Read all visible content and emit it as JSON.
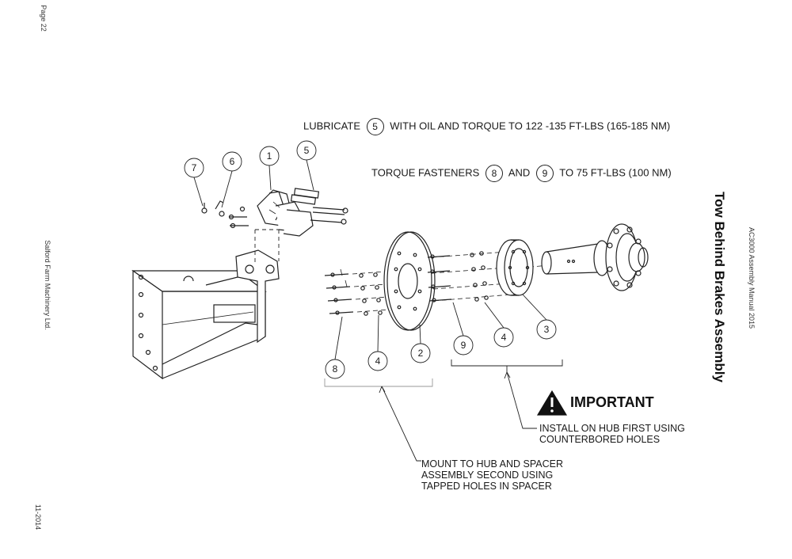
{
  "margin": {
    "page": "Page 22",
    "company": "Salford Farm Machinery Ltd.",
    "date": "11-2014"
  },
  "header": {
    "manual": "AC3000 Assembly Manual 2015",
    "title": "Tow Behind Brakes Assembly"
  },
  "notes": {
    "lubricate_prefix": "LUBRICATE",
    "lubricate_ref": "5",
    "lubricate_suffix": "WITH OIL AND TORQUE TO 122 -135 FT-LBS (165-185 NM)",
    "torque_prefix": "TORQUE FASTENERS",
    "torque_ref_a": "8",
    "torque_and": "AND",
    "torque_ref_b": "9",
    "torque_suffix": "TO 75 FT-LBS (100 NM)"
  },
  "important": {
    "title": "IMPORTANT",
    "line1": "INSTALL ON HUB FIRST USING",
    "line2": "COUNTERBORED HOLES"
  },
  "mount_note": {
    "line1": "MOUNT TO HUB AND SPACER",
    "line2": "ASSEMBLY SECOND USING",
    "line3": "TAPPED HOLES IN SPACER"
  },
  "callouts": {
    "c1": "1",
    "c2": "2",
    "c3": "3",
    "c4a": "4",
    "c4b": "4",
    "c5": "5",
    "c6": "6",
    "c7": "7",
    "c8": "8",
    "c9": "9"
  }
}
